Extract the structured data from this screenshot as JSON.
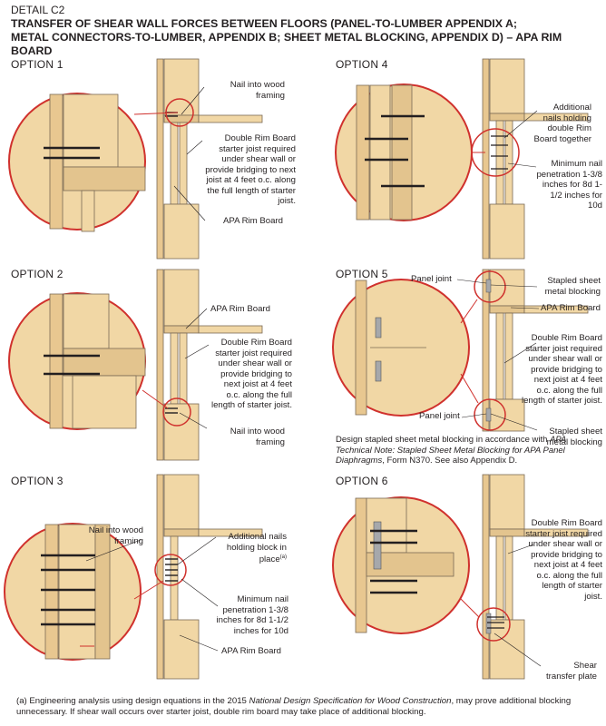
{
  "detail": "DETAIL C2",
  "title_line1": "TRANSFER OF SHEAR WALL FORCES BETWEEN FLOORS (PANEL-TO-LUMBER APPENDIX A;",
  "title_line2": "METAL CONNECTORS-TO-LUMBER, APPENDIX B; SHEET METAL BLOCKING, APPENDIX D) – APA RIM BOARD",
  "options": {
    "o1": {
      "title": "OPTION 1",
      "nail": "Nail into wood framing",
      "double": "Double Rim Board starter joist required under shear wall or provide bridging to next joist at 4 feet o.c. along the full length of starter joist.",
      "rim": "APA Rim Board"
    },
    "o2": {
      "title": "OPTION 2",
      "rim": "APA Rim Board",
      "double": "Double Rim Board starter joist required under shear wall or provide bridging to next joist at 4 feet o.c. along the full length of starter joist.",
      "nail": "Nail into wood framing"
    },
    "o3": {
      "title": "OPTION 3",
      "nail": "Nail into wood framing",
      "additional": "Additional nails holding block in place",
      "footnote_mark": "(a)",
      "min": "Minimum nail penetration 1-3/8 inches for 8d 1-1/2 inches for 10d",
      "rim": "APA Rim Board"
    },
    "o4": {
      "title": "OPTION 4",
      "additional": "Additional nails holding double Rim Board together",
      "min": "Minimum nail penetration 1-3/8 inches for 8d 1-1/2 inches for 10d"
    },
    "o5": {
      "title": "OPTION 5",
      "panel_joint_top": "Panel joint",
      "stapled_top": "Stapled sheet metal blocking",
      "rim": "APA Rim Board",
      "double": "Double Rim Board starter joist required under shear wall or provide bridging to next joist at 4 feet o.c. along the full length of starter joist.",
      "panel_joint_bottom": "Panel joint",
      "stapled_bottom": "Stapled sheet metal blocking"
    },
    "o6": {
      "title": "OPTION 6",
      "double": "Double Rim Board starter joist required under shear wall or provide bridging to next joist at 4 feet o.c. along the full length of starter joist.",
      "plate": "Shear transfer plate"
    }
  },
  "note": {
    "pre": "Design stapled sheet metal blocking in accordance with ",
    "italic": "APA Technical Note: Stapled Sheet Metal Blocking for APA Panel Diaphragms",
    "post": ", Form N370. See also Appendix D."
  },
  "footnote": {
    "pre": "(a) Engineering analysis using design equations in the 2015 ",
    "italic": "National Design Specification for Wood Construction",
    "post": ", may prove additional blocking unnecessary. If shear wall occurs over starter joist, double rim board may take place of additional blocking."
  },
  "colors": {
    "wood": "#f1d7a5",
    "wood_dark": "#e3c48e",
    "outline": "#7a6a55",
    "callout": "#d0312d",
    "nail": "#231f20",
    "metal": "#a6a8ab"
  }
}
